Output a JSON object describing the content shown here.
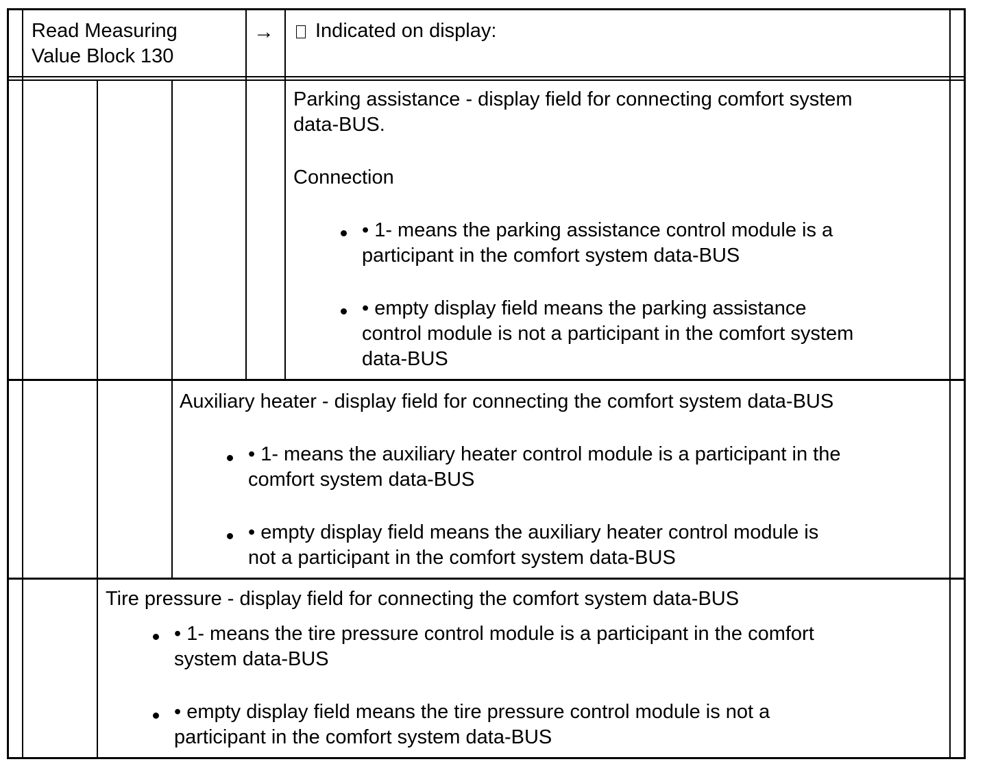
{
  "header": {
    "step_label_line1": "Read Measuring",
    "step_label_line2": "Value Block 130",
    "arrow": "→",
    "indicated_text": "Indicated on display:",
    "checkbox_icon": "square-checkbox-icon"
  },
  "parking": {
    "title_line1": "Parking assistance - display field for connecting comfort system",
    "title_line2": "data-BUS.",
    "connection": "Connection",
    "bullets": [
      {
        "line1": "• 1- means the parking assistance control module is a",
        "line2": "participant in the comfort system data-BUS"
      },
      {
        "line1": "• empty display field means the parking assistance",
        "line2": "control module is not a participant in the comfort system",
        "line3": "data-BUS"
      }
    ]
  },
  "aux_heater": {
    "title": "Auxiliary heater - display field for connecting the comfort system data-BUS",
    "bullets": [
      {
        "line1": "• 1- means the auxiliary heater control module is a participant in the",
        "line2": "comfort system data-BUS"
      },
      {
        "line1": "• empty display field means the auxiliary heater control module is",
        "line2": "not a participant in the comfort system data-BUS"
      }
    ]
  },
  "tire_pressure": {
    "title": "Tire pressure - display field for connecting the comfort system data-BUS",
    "bullets": [
      {
        "line1": "• 1- means the tire pressure control module is a participant in the comfort",
        "line2": "system data-BUS"
      },
      {
        "line1": "• empty display field means the tire pressure control module is not a",
        "line2": "participant in the comfort system data-BUS"
      }
    ]
  }
}
